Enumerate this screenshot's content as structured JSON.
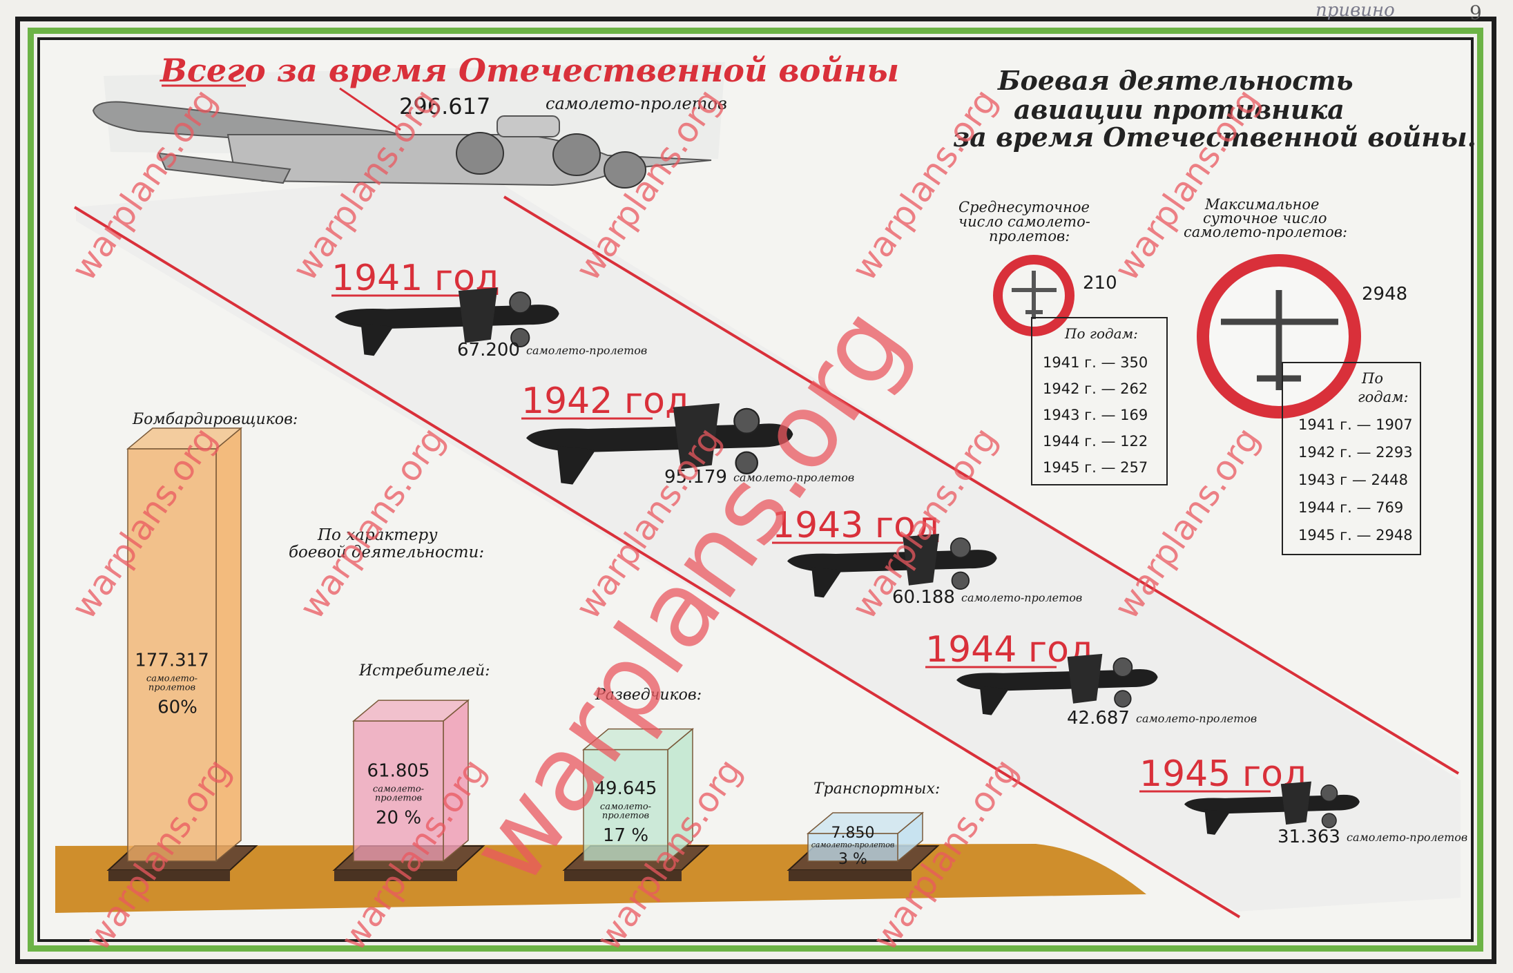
{
  "poster": {
    "corner_note": "привино",
    "page_number": "9",
    "watermark": "warplans.org"
  },
  "colors": {
    "red": "#d9303a",
    "green_frame": "#6cb346",
    "ground": "#cf8e2c",
    "bomber_bar": "#f2b068",
    "fighter_bar": "#ee9fb6",
    "recon_bar": "#bfe6cf",
    "transport_bar": "#bfdff0"
  },
  "total": {
    "heading": "Всего за время Отечественной войны",
    "value": "296.617",
    "unit": "самолето-пролетов"
  },
  "title": {
    "line1": "Боевая деятельность",
    "line2": "авиации противника",
    "line3": "за время Отечественной войны."
  },
  "type_section": {
    "heading_line1": "По характеру",
    "heading_line2": "боевой деятельности:",
    "bar_unit_line1": "самолето-",
    "bar_unit_line2": "пролетов"
  },
  "avg_daily": {
    "label_line1": "Среднесуточное",
    "label_line2": "число самолето-",
    "label_line3": "пролетов:",
    "value": "210",
    "by_years_label": "По годам:",
    "rows": [
      "1941 г. — 350",
      "1942 г. — 262",
      "1943 г. — 169",
      "1944 г. — 122",
      "1945 г. — 257"
    ]
  },
  "max_daily": {
    "label_line1": "Максимальное",
    "label_line2": "суточное число",
    "label_line3": "самолето-пролетов:",
    "value": "2948",
    "by_years_line1": "По",
    "by_years_line2": "годам:",
    "rows": [
      "1941 г. — 1907",
      "1942 г. — 2293",
      "1943 г — 2448",
      "1944 г. —  769",
      "1945 г. — 2948"
    ]
  },
  "chart_data": [
    {
      "type": "bar",
      "title": "По характеру боевой деятельности:",
      "categories": [
        "Бомбардировщиков:",
        "Истребителей:",
        "Разведчиков:",
        "Транспортных:"
      ],
      "values": [
        177317,
        61805,
        49645,
        7850
      ],
      "value_labels": [
        "177.317",
        "61.805",
        "49.645",
        "7.850"
      ],
      "percents": [
        60,
        20,
        17,
        3
      ],
      "percent_labels": [
        "60%",
        "20 %",
        "17 %",
        "3 %"
      ],
      "unit": "самолето-пролетов"
    },
    {
      "type": "bar",
      "title": "",
      "categories": [
        "1941 год",
        "1942 год",
        "1943 год",
        "1944 год",
        "1945 год"
      ],
      "values": [
        67200,
        95179,
        60188,
        42687,
        31363
      ],
      "value_labels": [
        "67.200",
        "95.179",
        "60.188",
        "42.687",
        "31.363"
      ],
      "unit": "самолето-пролетов"
    }
  ]
}
